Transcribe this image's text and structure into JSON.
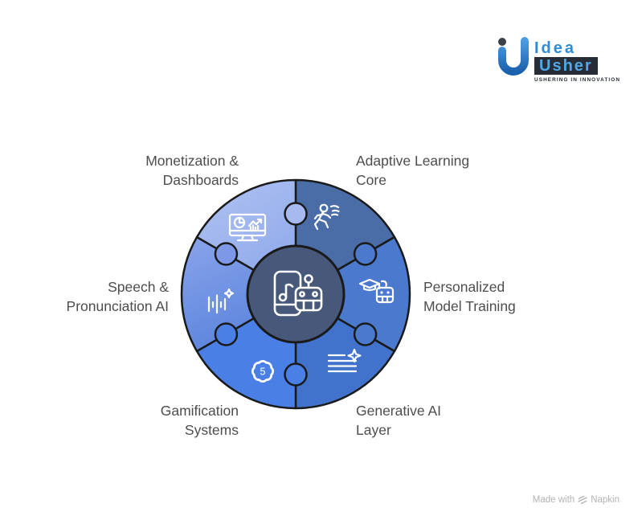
{
  "logo": {
    "brand_top": "Idea",
    "brand_bottom": "Usher",
    "tagline": "USHERING IN INNOVATION",
    "colors": {
      "blue_light": "#4D9BE0",
      "blue_dark": "#1C61AD",
      "dark_box": "#262D36",
      "text_blue": "#2E8BD4"
    }
  },
  "wheel": {
    "outline_color": "#1A1A1A",
    "center": {
      "bg": "#47587B",
      "icon": "music-app-robot-icon"
    },
    "segments": [
      {
        "id": "adaptive-learning-core",
        "label_line1": "Adaptive Learning",
        "label_line2": "Core",
        "color": "#4A6DA8",
        "icon": "running-figure-icon"
      },
      {
        "id": "personalized-model-training",
        "label_line1": "Personalized",
        "label_line2": "Model Training",
        "color": "#4A79CE",
        "icon": "graduation-robot-icon"
      },
      {
        "id": "generative-ai-layer",
        "label_line1": "Generative AI",
        "label_line2": "Layer",
        "color": "#4173CD",
        "icon": "text-sparkle-icon"
      },
      {
        "id": "gamification-systems",
        "label_line1": "Gamification",
        "label_line2": "Systems",
        "color": "#4A80E6",
        "icon": "badge-icon",
        "badge_value": "5"
      },
      {
        "id": "speech-pronunciation-ai",
        "label_line1": "Speech &",
        "label_line2": "Pronunciation AI",
        "gradient": {
          "from": "#8AA4EB",
          "to": "#5B84DC"
        },
        "icon": "waveform-sparkle-icon"
      },
      {
        "id": "monetization-dashboards",
        "label_line1": "Monetization &",
        "label_line2": "Dashboards",
        "gradient": {
          "from": "#B0C3F2",
          "to": "#8FA9EA"
        },
        "icon": "dashboard-monitor-icon"
      }
    ],
    "knob_colors": [
      "#A6BAEF",
      "#4A79CE",
      "#4A79CE",
      "#4A80E6",
      "#4A80E6",
      "#7C98E6"
    ]
  },
  "labels_text_color": "#4D4D4D",
  "footer": {
    "prefix": "Made with",
    "brand": "Napkin"
  }
}
